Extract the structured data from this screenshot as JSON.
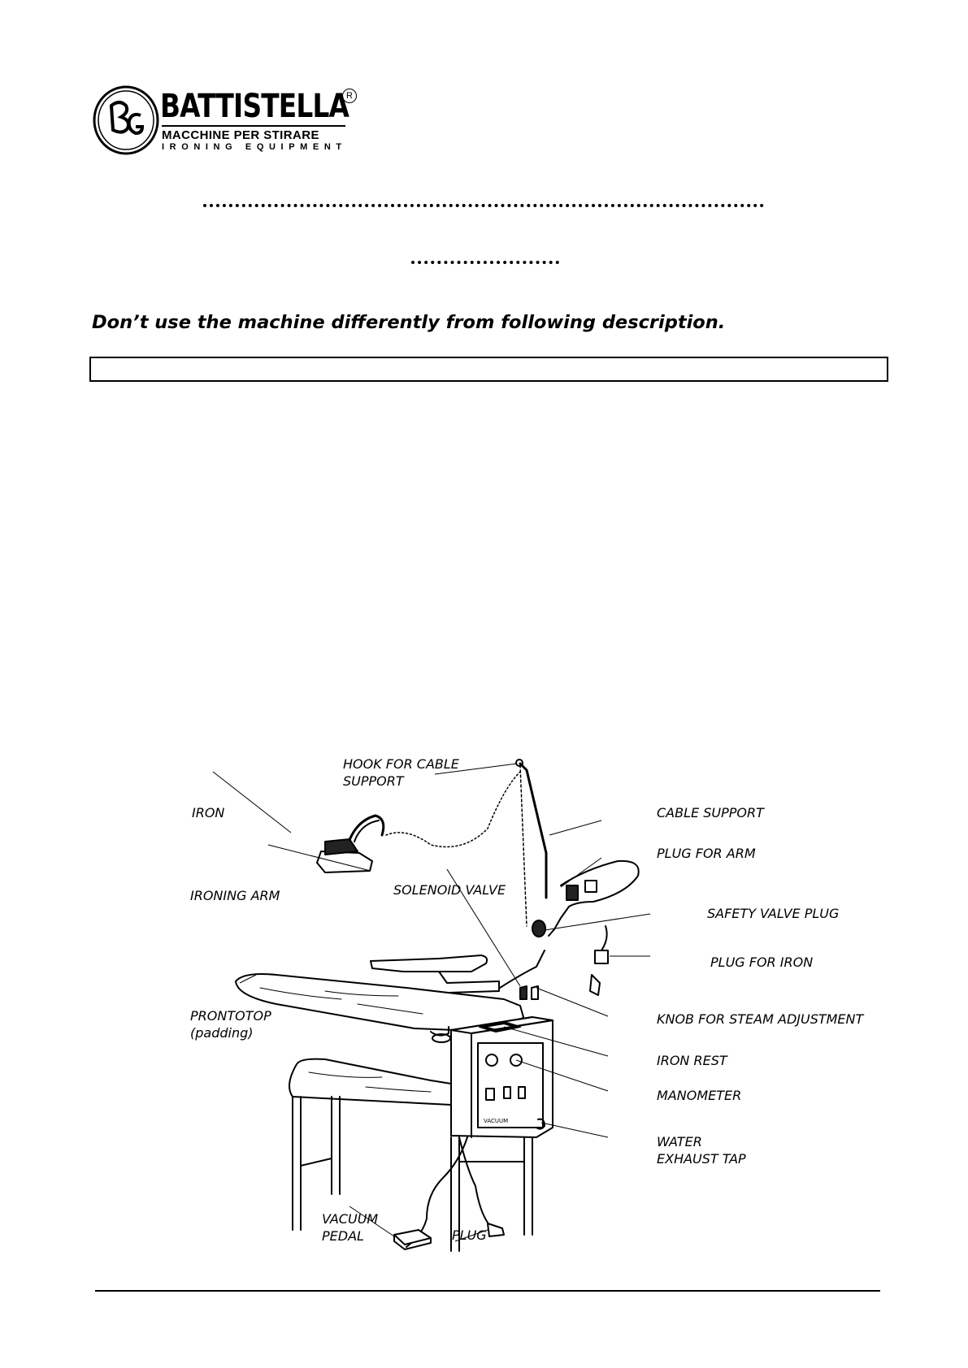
{
  "logo": {
    "emblem": "BG",
    "brand": "BATTISTELLA",
    "registered": "R",
    "subtitle_1": "MACCHINE PER STIRARE",
    "subtitle_2": "IRONING EQUIPMENT"
  },
  "warning": "Don’t use the machine differently from following description.",
  "diagram": {
    "labels": {
      "hook": [
        "HOOK FOR CABLE",
        "SUPPORT"
      ],
      "iron": "IRON",
      "cable_support": "CABLE SUPPORT",
      "plug_for_arm": "PLUG FOR ARM",
      "ironing_arm": "IRONING ARM",
      "solenoid_valve": "SOLENOID VALVE",
      "safety_valve_plug": "SAFETY VALVE PLUG",
      "plug_for_iron": "PLUG FOR IRON",
      "prontotop": [
        "PRONTOTOP",
        "(padding)"
      ],
      "knob": "KNOB FOR STEAM ADJUSTMENT",
      "iron_rest": "IRON REST",
      "manometer": "MANOMETER",
      "water_tap": [
        "WATER",
        "EXHAUST TAP"
      ],
      "vacuum_pedal": [
        "VACUUM",
        "PEDAL"
      ],
      "plug": "PLUG"
    },
    "panel_text": "VACUUM"
  }
}
